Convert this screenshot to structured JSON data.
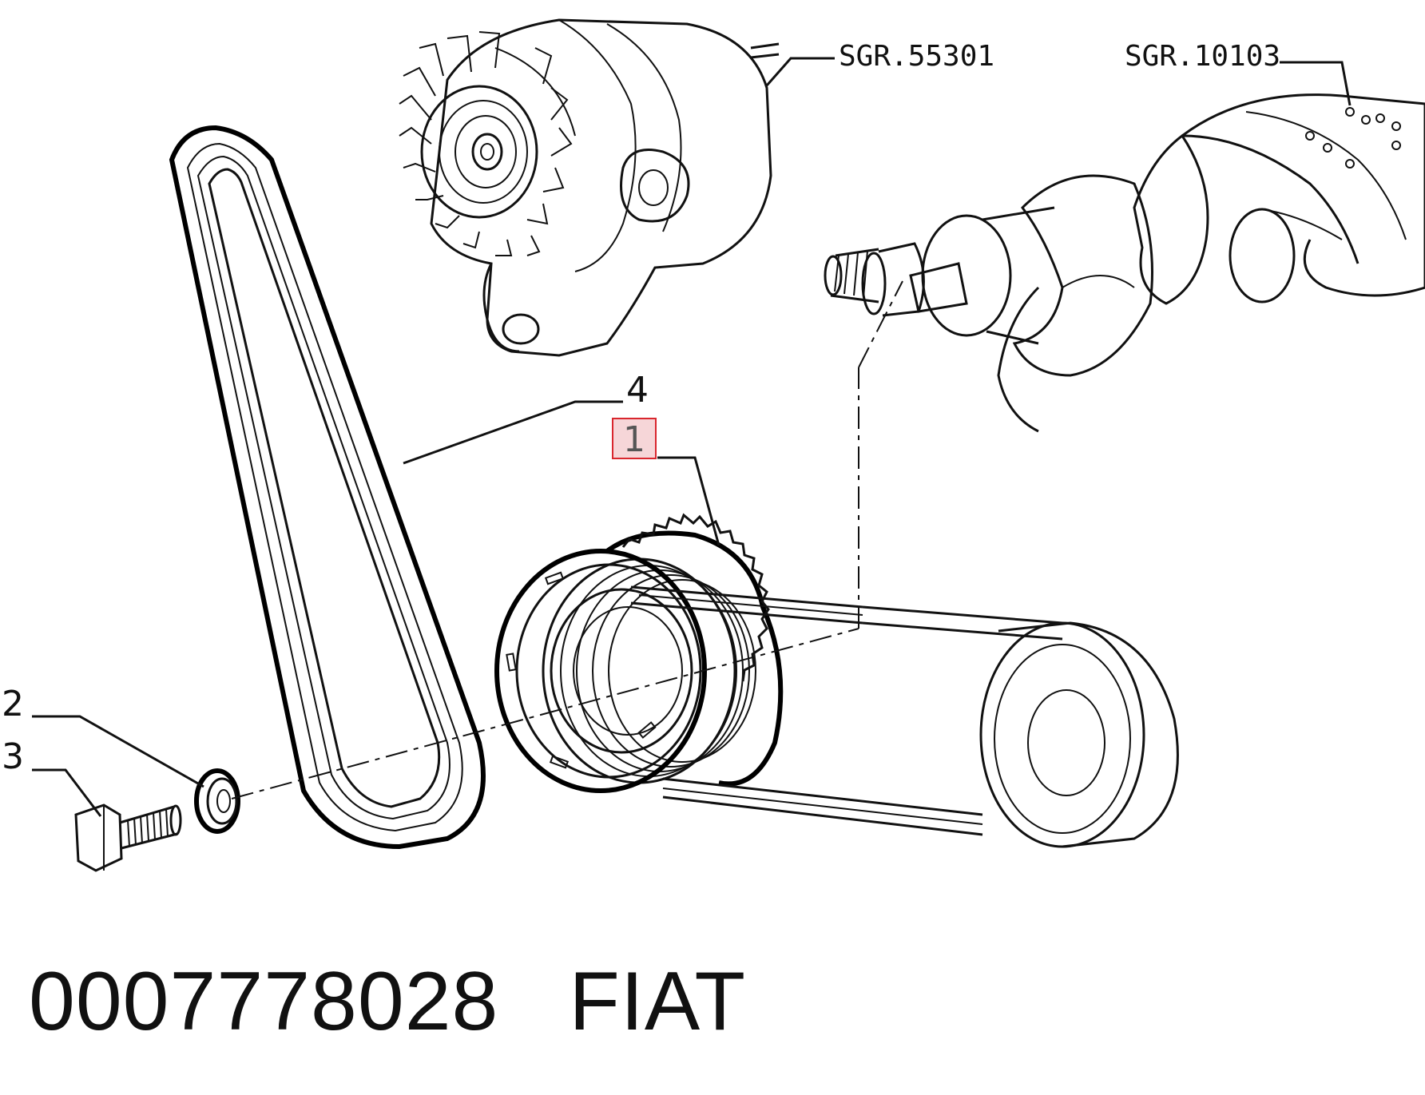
{
  "references": {
    "alternator": "SGR.55301",
    "crankshaft": "SGR.10103"
  },
  "callouts": {
    "pulley": "1",
    "washer": "2",
    "bolt": "3",
    "belt": "4"
  },
  "highlighted_callout": "1",
  "footer": {
    "part_number": "0007778028",
    "brand": "FIAT"
  },
  "colors": {
    "highlight_fill": "#f6d6d8",
    "highlight_border": "#d9272e",
    "line": "#111111"
  }
}
